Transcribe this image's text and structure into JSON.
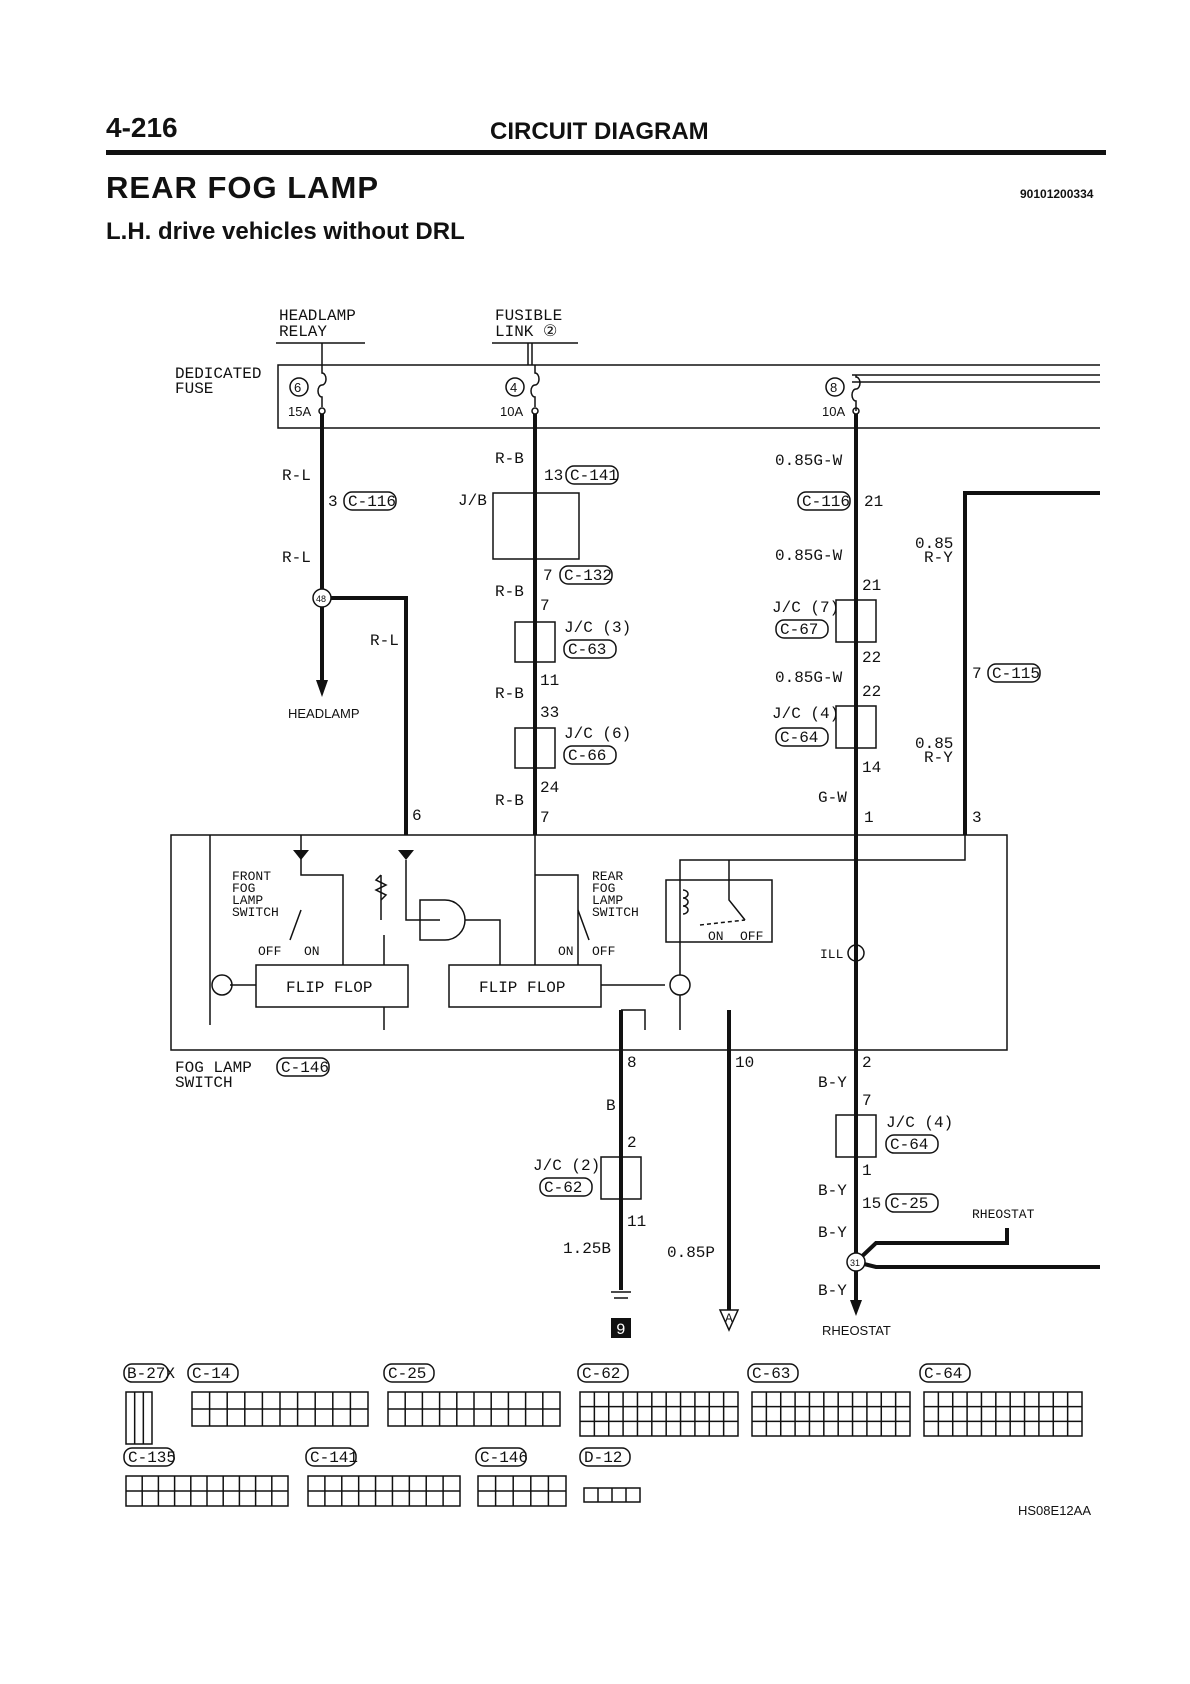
{
  "header": {
    "page_number": "4-216",
    "section": "CIRCUIT DIAGRAM",
    "title": "REAR FOG LAMP",
    "code": "90101200334",
    "subtitle": "L.H. drive vehicles without DRL"
  },
  "sources": {
    "headlamp_relay": [
      "HEADLAMP",
      "RELAY"
    ],
    "fusible_link": [
      "FUSIBLE",
      "LINK ②"
    ],
    "dedicated_fuse": [
      "DEDICATED",
      "FUSE"
    ]
  },
  "fuses": [
    {
      "number": "6",
      "rating": "15A"
    },
    {
      "number": "4",
      "rating": "10A"
    },
    {
      "number": "8",
      "rating": "10A"
    }
  ],
  "wires": {
    "rl": "R-L",
    "rb": "R-B",
    "g085gw": "0.85G-W",
    "gw": "G-W",
    "ry_val": "0.85",
    "ry": "R-Y",
    "b": "B",
    "b125": "1.25B",
    "p085": "0.85P",
    "by": "B-Y"
  },
  "connectors": {
    "c116": "C-116",
    "c141": "C-141",
    "c132": "C-132",
    "c63": "C-63",
    "c66": "C-66",
    "c67": "C-67",
    "c64": "C-64",
    "c115": "C-115",
    "c146": "C-146",
    "c62": "C-62",
    "c25": "C-25"
  },
  "components": {
    "jb": "J/B",
    "jc3": "J/C (3)",
    "jc6": "J/C (6)",
    "jc7": "J/C (7)",
    "jc4": "J/C (4)",
    "jc2": "J/C (2)",
    "headlamp": "HEADLAMP",
    "rheostat": "RHEOSTAT",
    "front_switch": [
      "FRONT",
      "FOG",
      "LAMP",
      "SWITCH"
    ],
    "rear_switch": [
      "REAR",
      "FOG",
      "LAMP",
      "SWITCH"
    ],
    "flip_flop": "FLIP FLOP",
    "off": "OFF",
    "on": "ON",
    "ill": "ILL",
    "fog_lamp_switch": [
      "FOG LAMP",
      "SWITCH"
    ],
    "ground_no": "9",
    "to_a": "A",
    "junction_48": "48",
    "junction_31": "31"
  },
  "pins": {
    "p3": "3",
    "p13": "13",
    "p7": "7",
    "p11": "11",
    "p33": "33",
    "p24": "24",
    "p21": "21",
    "p22": "22",
    "p14": "14",
    "p1": "1",
    "p6": "6",
    "p8": "8",
    "p10": "10",
    "p2": "2",
    "p15": "15"
  },
  "connector_faces": {
    "b27x": "B-27X",
    "c14": "C-14",
    "c25": "C-25",
    "c62": "C-62",
    "c63": "C-63",
    "c64": "C-64",
    "c135": "C-135",
    "c141": "C-141",
    "c146": "C-146",
    "d12": "D-12"
  },
  "figure_code": "HS08E12AA"
}
